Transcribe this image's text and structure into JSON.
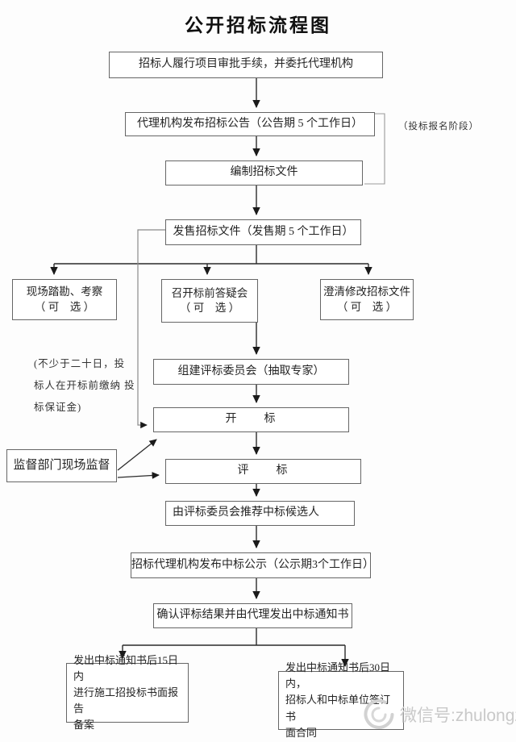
{
  "title": "公开招标流程图",
  "nodes": {
    "approval": {
      "text": "招标人履行项目审批手续，并委托代理机构"
    },
    "announcement": {
      "text": "代理机构发布招标公告（公告期 5 个工作日）"
    },
    "prepare": {
      "text": "编制招标文件"
    },
    "sell": {
      "text": "发售招标文件（发售期 5 个工作日）"
    },
    "site": {
      "line1": "现场踏勘、考察",
      "line2": "（ 可　选 ）"
    },
    "qa": {
      "line1": "召开标前答疑会",
      "line2": "（ 可　选 ）"
    },
    "clarify": {
      "line1": "澄清修改招标文件",
      "line2": "（ 可　选 ）"
    },
    "committee": {
      "text": "组建评标委员会（抽取专家）"
    },
    "opening": {
      "text": "开　　标"
    },
    "supervision": {
      "text": "监督部门现场监督"
    },
    "evaluation": {
      "text": "评　　标"
    },
    "recommend": {
      "text": "由评标委员会推荐中标候选人"
    },
    "publicity": {
      "text": "招标代理机构发布中标公示（公示期3个工作日）"
    },
    "confirm": {
      "text": "确认评标结果并由代理发出中标通知书"
    },
    "filing": {
      "line1": "发出中标通知书后15日内",
      "line2": "进行施工招投标书面报告",
      "line3": "备案"
    },
    "contract": {
      "line1": "发出中标通知书后30日内，",
      "line2": "招标人和中标单位签订书",
      "line3": "面合同"
    }
  },
  "notes": {
    "registration_phase": "（投标报名阶段）",
    "deposit_line1": "(不少于二十日，投",
    "deposit_line2": "标人在开标前缴纳",
    "deposit_line3": "投标保证金)"
  },
  "watermark": {
    "logo": "zhulong-logo",
    "text": "微信号:zhulongzj"
  },
  "colors": {
    "flow_line": "#2b2b2b",
    "box_border": "#666666",
    "bypass_line": "#8a8a8a",
    "bracket_line": "#9a9a9a",
    "watermark": "#c9c9c9",
    "background": "#fdfdfd"
  }
}
